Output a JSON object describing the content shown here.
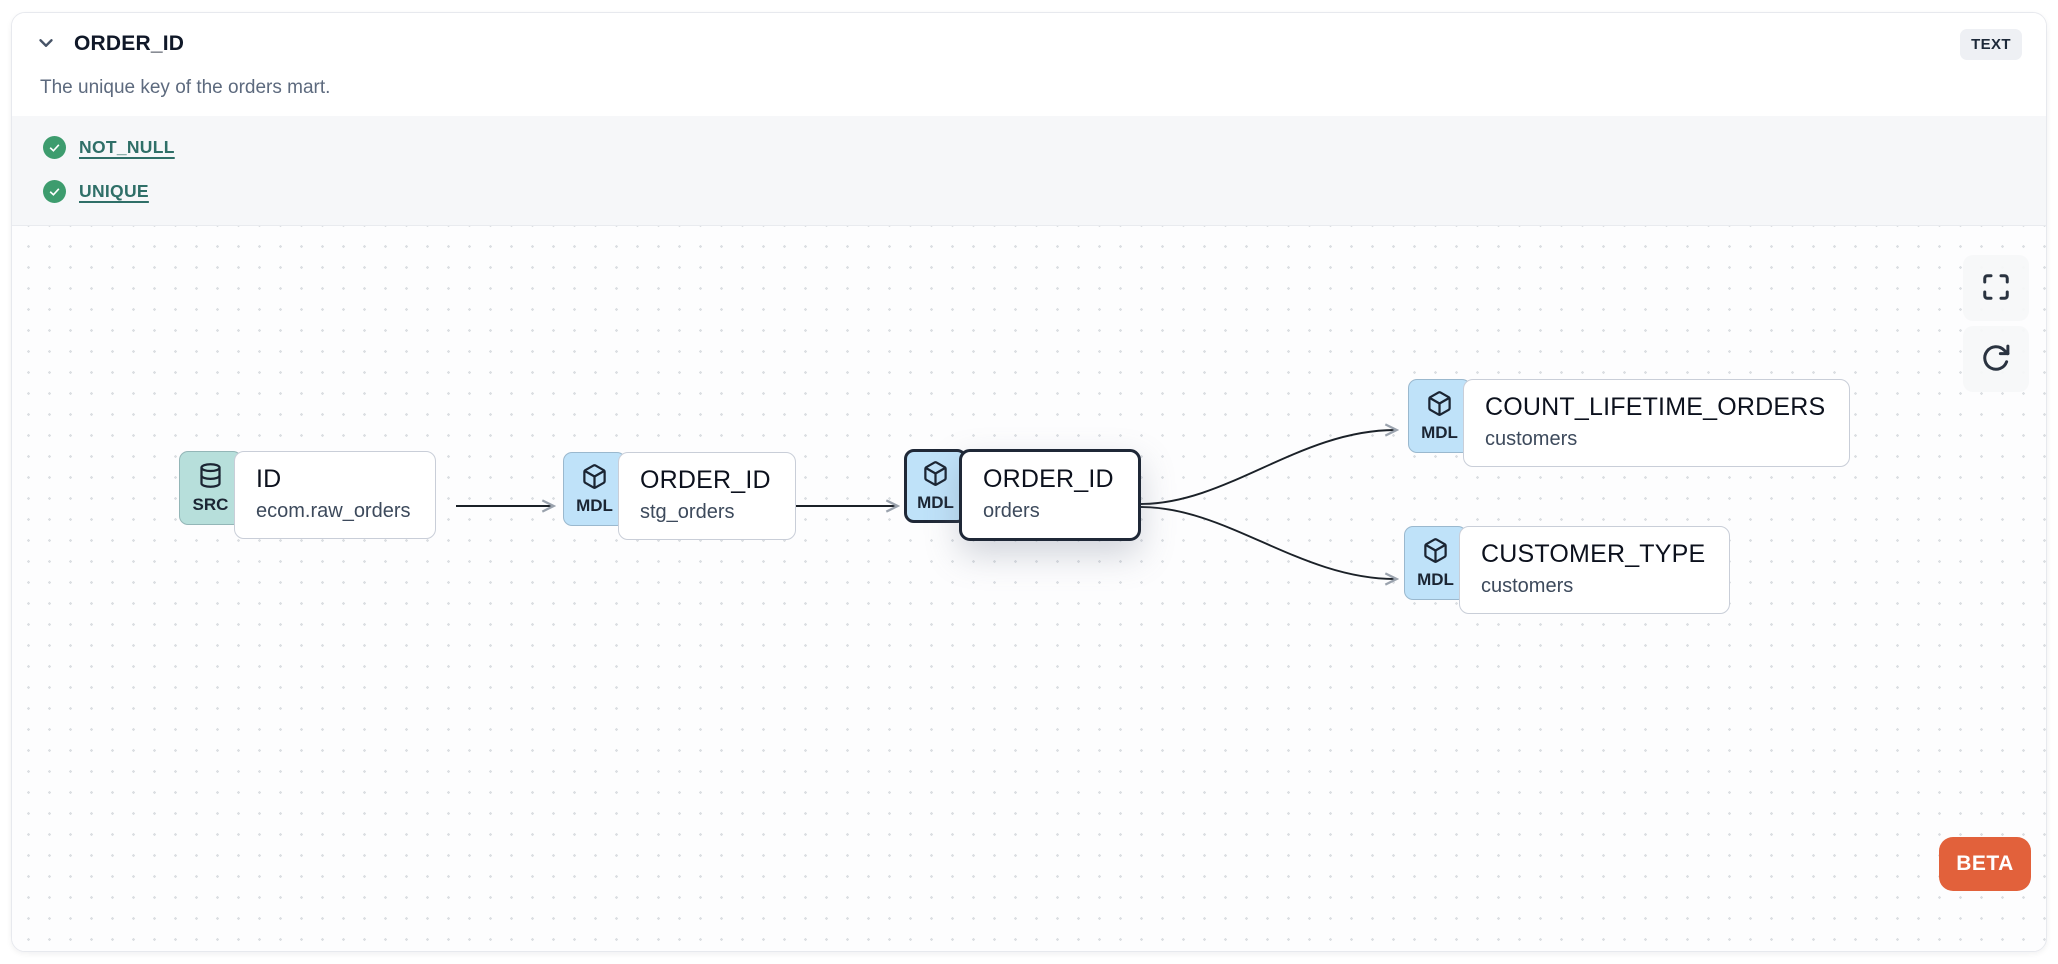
{
  "header": {
    "title": "ORDER_ID",
    "type_badge": "TEXT",
    "description": "The unique key of the orders mart."
  },
  "tests": [
    {
      "label": "NOT_NULL",
      "status": "pass"
    },
    {
      "label": "UNIQUE",
      "status": "pass"
    }
  ],
  "lineage": {
    "nodes": [
      {
        "badge": "SRC",
        "icon": "database-icon",
        "title": "ID",
        "subtitle": "ecom.raw_orders",
        "kind": "source",
        "selected": false
      },
      {
        "badge": "MDL",
        "icon": "cube-icon",
        "title": "ORDER_ID",
        "subtitle": "stg_orders",
        "kind": "model",
        "selected": false
      },
      {
        "badge": "MDL",
        "icon": "cube-icon",
        "title": "ORDER_ID",
        "subtitle": "orders",
        "kind": "model",
        "selected": true
      },
      {
        "badge": "MDL",
        "icon": "cube-icon",
        "title": "COUNT_LIFETIME_ORDERS",
        "subtitle": "customers",
        "kind": "model",
        "selected": false
      },
      {
        "badge": "MDL",
        "icon": "cube-icon",
        "title": "CUSTOMER_TYPE",
        "subtitle": "customers",
        "kind": "model",
        "selected": false
      }
    ],
    "controls": [
      {
        "name": "fullscreen"
      },
      {
        "name": "refresh"
      }
    ],
    "beta_label": "BETA"
  },
  "colors": {
    "model_badge": "#bfe2f9",
    "source_badge": "#b7dfdb",
    "selected_border": "#1f2837",
    "test_link": "#2f6f68",
    "check_green": "#3d9c6e",
    "beta": "#e2613b",
    "edge": "#1b2128",
    "arrowhead": "#9aa2ad"
  }
}
